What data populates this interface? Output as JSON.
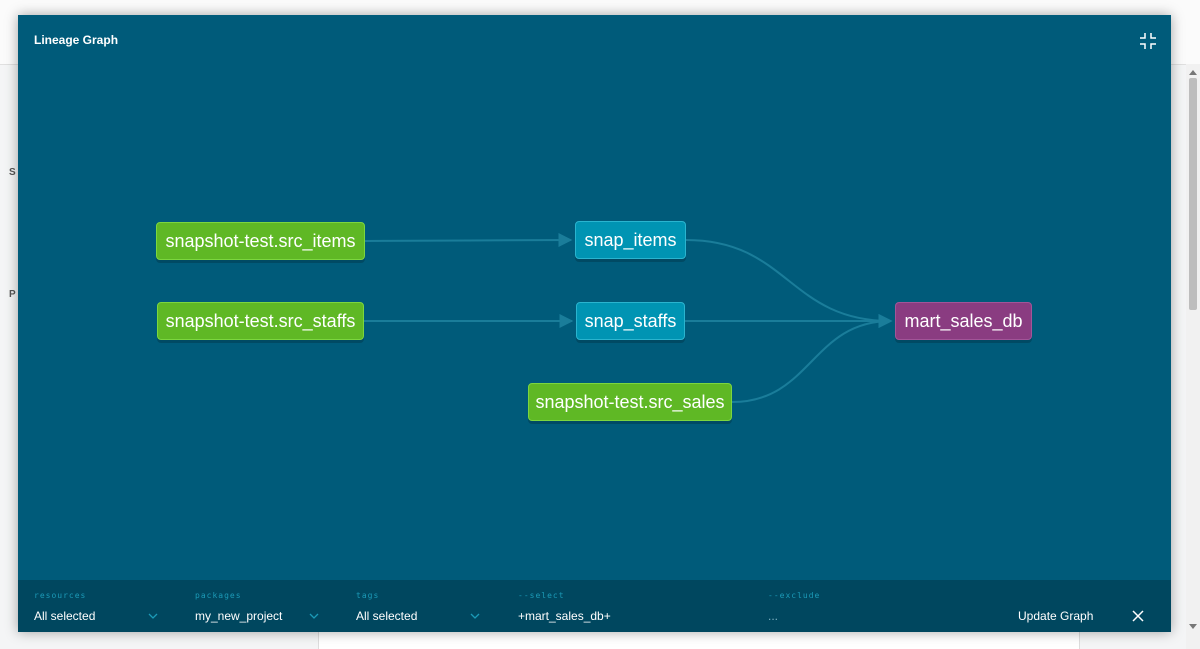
{
  "modal": {
    "title": "Lineage Graph",
    "accent_color": "#005b7a"
  },
  "graph": {
    "nodes": [
      {
        "id": "src_items",
        "label": "snapshot-test.src_items",
        "type": "source"
      },
      {
        "id": "src_staffs",
        "label": "snapshot-test.src_staffs",
        "type": "source"
      },
      {
        "id": "snap_items",
        "label": "snap_items",
        "type": "snapshot"
      },
      {
        "id": "snap_staffs",
        "label": "snap_staffs",
        "type": "snapshot"
      },
      {
        "id": "src_sales",
        "label": "snapshot-test.src_sales",
        "type": "source"
      },
      {
        "id": "mart_sales_db",
        "label": "mart_sales_db",
        "type": "model"
      }
    ],
    "edges": [
      {
        "from": "src_items",
        "to": "snap_items"
      },
      {
        "from": "src_staffs",
        "to": "snap_staffs"
      },
      {
        "from": "snap_items",
        "to": "mart_sales_db"
      },
      {
        "from": "snap_staffs",
        "to": "mart_sales_db"
      },
      {
        "from": "src_sales",
        "to": "mart_sales_db"
      }
    ],
    "colors": {
      "source": "#5fb825",
      "snapshot": "#0094b3",
      "model": "#8a3c81",
      "edge": "#1a7d9a"
    }
  },
  "filters": {
    "resources": {
      "label": "resources",
      "value": "All selected"
    },
    "packages": {
      "label": "packages",
      "value": "my_new_project"
    },
    "tags": {
      "label": "tags",
      "value": "All selected"
    },
    "select": {
      "label": "--select",
      "value": "+mart_sales_db+"
    },
    "exclude": {
      "label": "--exclude",
      "value": "..."
    }
  },
  "actions": {
    "update_label": "Update Graph"
  },
  "icons": {
    "collapse": "collapse-icon",
    "close": "close-icon",
    "chevron": "chevron-down-icon"
  }
}
